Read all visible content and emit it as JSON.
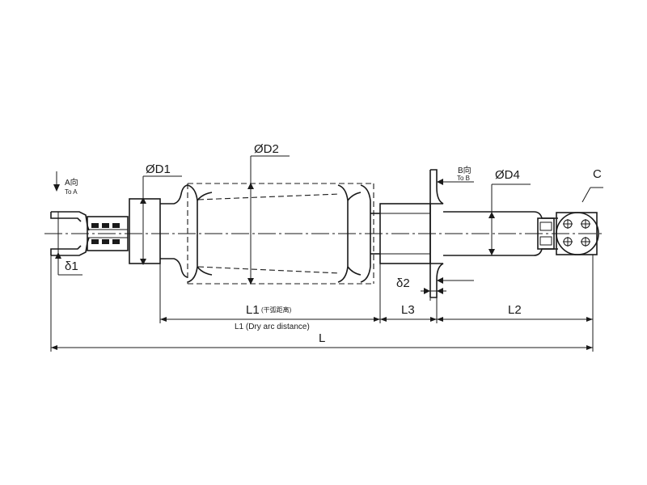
{
  "labels": {
    "d1": "ØD1",
    "d2": "ØD2",
    "d4": "ØD4",
    "b_dir": "B向",
    "to_b": "To B",
    "a_dir": "A向",
    "to_a": "To A",
    "c": "C",
    "delta1": "δ1",
    "delta2": "δ2",
    "l1": "L1",
    "l1_cn": "干弧距离",
    "l1_en": "L1 (Dry arc distance)",
    "l3": "L3",
    "l2": "L2",
    "l": "L"
  }
}
